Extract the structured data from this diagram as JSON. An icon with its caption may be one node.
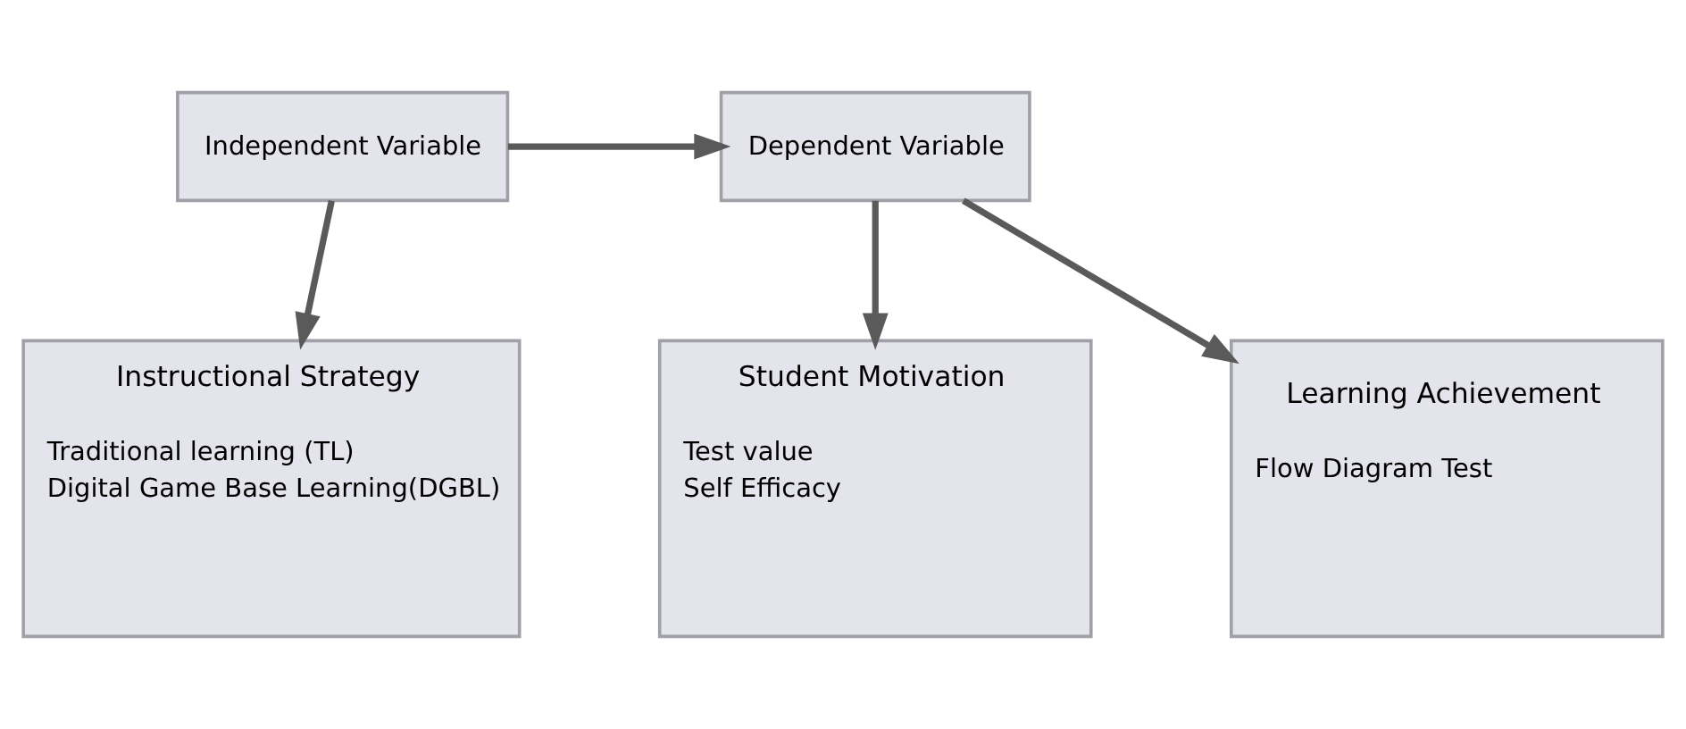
{
  "diagram": {
    "nodes": [
      {
        "text": [
          "Independent Variable"
        ]
      },
      {
        "text": [
          "Dependent Variable"
        ]
      },
      {
        "text": [
          "Instructional Strategy",
          "Traditional learning (TL)",
          "Digital Game Base Learning(DGBL)"
        ]
      },
      {
        "text": [
          "Student Motivation",
          "Test value",
          "Self Efficacy"
        ]
      },
      {
        "text": [
          "Learning Achievement",
          "Flow Diagram Test"
        ]
      }
    ],
    "edges": [
      {
        "from": 0,
        "to": 1,
        "arrow": "to"
      },
      {
        "from": 0,
        "to": 2,
        "arrow": "to"
      },
      {
        "from": 1,
        "to": 3,
        "arrow": "to"
      },
      {
        "from": 1,
        "to": 4,
        "arrow": "to"
      }
    ]
  }
}
